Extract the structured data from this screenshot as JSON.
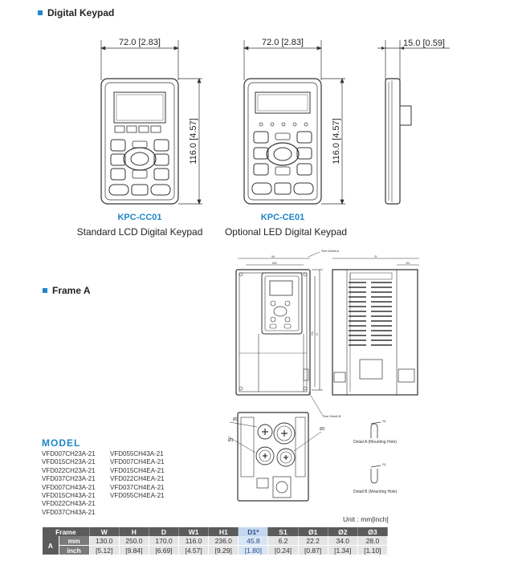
{
  "sections": {
    "keypad_title": "Digital Keypad",
    "frame_title": "Frame A"
  },
  "dims": {
    "width_front": "72.0 [2.83]",
    "width_front2": "72.0 [2.83]",
    "depth": "15.0 [0.59]",
    "height1": "116.0 [4.57]",
    "height2": "116.0 [4.57]"
  },
  "keypads": [
    {
      "code": "KPC-CC01",
      "desc": "Standard LCD Digital Keypad"
    },
    {
      "code": "KPC-CE01",
      "desc": "Optional LED Digital Keypad"
    }
  ],
  "frame_labels": {
    "detail_a": "See Detail A",
    "detail_b": "See Detail B",
    "w": "W",
    "w1": "W1",
    "d": "D",
    "d1": "D1",
    "h": "H",
    "h1": "H1",
    "s1": "S1",
    "detail_a_caption": "Detail A (Mounting Hole)",
    "detail_b_caption": "Detail B (Mounting Hole)",
    "phi1": "Ø1",
    "phi2": "Ø2",
    "phi3": "Ø3"
  },
  "model": {
    "title": "MODEL",
    "col1": [
      "VFD007CH23A-21",
      "VFD015CH23A-21",
      "VFD022CH23A-21",
      "VFD037CH23A-21",
      "VFD007CH43A-21",
      "VFD015CH43A-21",
      "VFD022CH43A-21",
      "VFD037CH43A-21"
    ],
    "col2": [
      "VFD055CH43A-21",
      "VFD007CH4EA-21",
      "VFD015CH4EA-21",
      "VFD022CH4EA-21",
      "VFD037CH4EA-21",
      "VFD055CH4EA-21"
    ]
  },
  "unit_note": "Unit : mm[inch]",
  "table": {
    "headers": [
      "Frame",
      "W",
      "H",
      "D",
      "W1",
      "H1",
      "D1*",
      "S1",
      "Ø1",
      "Ø2",
      "Ø3"
    ],
    "frame": "A",
    "rows": [
      {
        "unit": "mm",
        "values": [
          "130.0",
          "250.0",
          "170.0",
          "116.0",
          "236.0",
          "45.8",
          "6.2",
          "22.2",
          "34.0",
          "28.0"
        ]
      },
      {
        "unit": "inch",
        "values": [
          "[5.12]",
          "[9.84]",
          "[6.69]",
          "[4.57]",
          "[9.29]",
          "[1.80]",
          "[0.24]",
          "[0.87]",
          "[1.34]",
          "[1.10]"
        ]
      }
    ]
  },
  "colors": {
    "accent": "#1f86c8",
    "header_bg": "#5b5b5b",
    "cell_bg": "#e4e4e4",
    "highlight": "#c5d7ef"
  }
}
